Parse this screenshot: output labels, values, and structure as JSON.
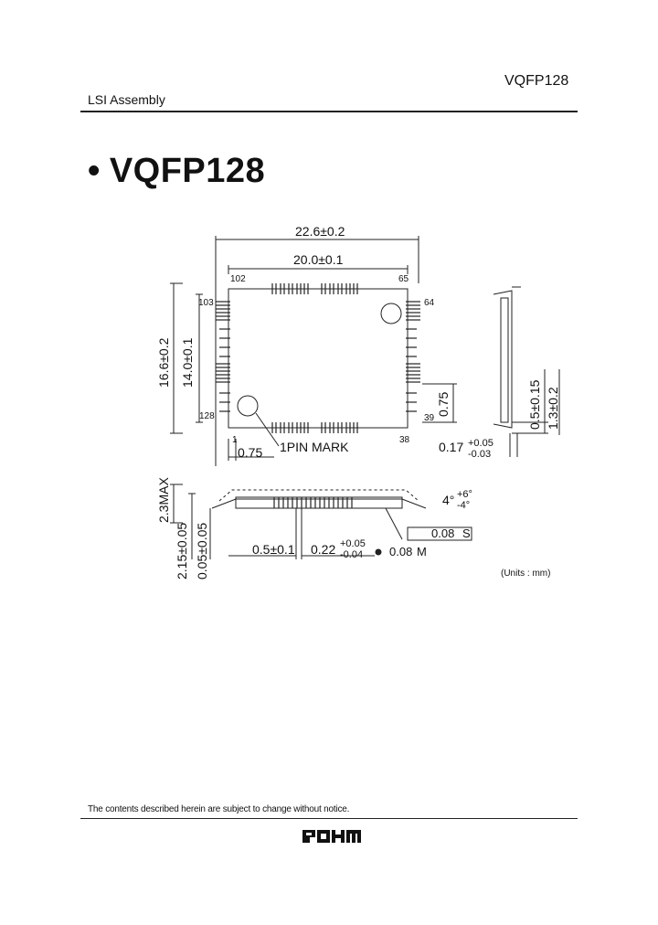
{
  "header": {
    "part_number": "VQFP128",
    "category": "LSI Assembly"
  },
  "title": {
    "bullet": "•",
    "text": "VQFP128"
  },
  "drawing": {
    "dim_outer_width": "22.6±0.2",
    "dim_body_width": "20.0±0.1",
    "dim_outer_height": "16.6±0.2",
    "dim_body_height": "14.0±0.1",
    "pin_102": "102",
    "pin_103": "103",
    "pin_65": "65",
    "pin_64": "64",
    "pin_128": "128",
    "pin_1": "1",
    "pin_39": "39",
    "pin_38": "38",
    "pin_mark_label": "1PIN MARK",
    "dim_075_bottom": "0.75",
    "dim_075_side": "0.75",
    "dim_017": "0.17",
    "dim_017_plus": "+0.05",
    "dim_017_minus": "-0.03",
    "dim_05_side": "0.5±0.15",
    "dim_13": "1.3±0.2",
    "dim_23max": "2.3MAX",
    "dim_215": "2.15±0.05",
    "dim_005": "0.05±0.05",
    "angle_base": "4°",
    "angle_plus": "+6°",
    "angle_minus": "-4°",
    "flatness": "0.08",
    "flatness_datum": "S",
    "pitch": "0.5±0.1",
    "lead_width": "0.22",
    "lead_width_plus": "+0.05",
    "lead_width_minus": "-0.04",
    "position_tol": "0.08",
    "position_tol_mod": "M",
    "units": "(Units : mm)"
  },
  "footer": {
    "notice": "The contents described herein are subject to change without notice.",
    "logo_text": "ROHM"
  }
}
